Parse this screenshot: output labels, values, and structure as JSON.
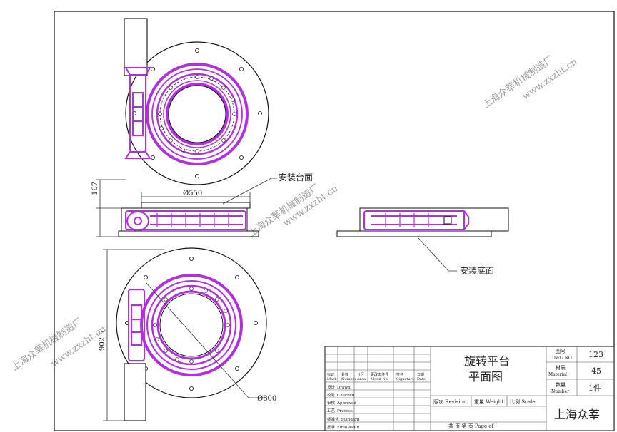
{
  "annotations": {
    "mount_top": "安装台面",
    "mount_bottom": "安装底面",
    "dim_height": "167",
    "dim_diameter_550": "Ø550",
    "dim_diameter_800": "Ø800",
    "dim_length": "902.5"
  },
  "title_block": {
    "title_line1": "旋转平台",
    "title_line2": "平面图",
    "drawing_no_label": "图号",
    "drawing_no_label_en": "DWG NO",
    "drawing_no": "123",
    "material_label": "材质",
    "material_label_en": "Material",
    "material": "45",
    "quantity_label": "数量",
    "quantity_label_en": "Number",
    "quantity": "1件",
    "company": "上海众莘",
    "revision": "版次 Revision",
    "weight": "重量 Weight",
    "scale": "比例 Scale",
    "pages": "共   页 第   页 Page  of",
    "roles": [
      {
        "cn": "设计",
        "en": "Drawn"
      },
      {
        "cn": "校对",
        "en": "Checked"
      },
      {
        "cn": "审核",
        "en": "Approved"
      },
      {
        "cn": "工艺",
        "en": "Process"
      },
      {
        "cn": "标准化",
        "en": "Standard"
      },
      {
        "cn": "批准",
        "en": "Final APPR"
      }
    ],
    "revision_headers": [
      {
        "cn": "标记",
        "en": "Mark"
      },
      {
        "cn": "处数",
        "en": "Number"
      },
      {
        "cn": "分区",
        "en": "Area"
      },
      {
        "cn": "更改文件号",
        "en": "Modif No"
      },
      {
        "cn": "签名",
        "en": "Signature"
      },
      {
        "cn": "日期",
        "en": "Date"
      }
    ]
  },
  "watermarks": {
    "company": "上海众莘机械制造厂",
    "url": "www.zxzht.cn"
  },
  "colors": {
    "accent": "#b030e0",
    "line": "#111111",
    "watermark": "#7fd0e8"
  }
}
